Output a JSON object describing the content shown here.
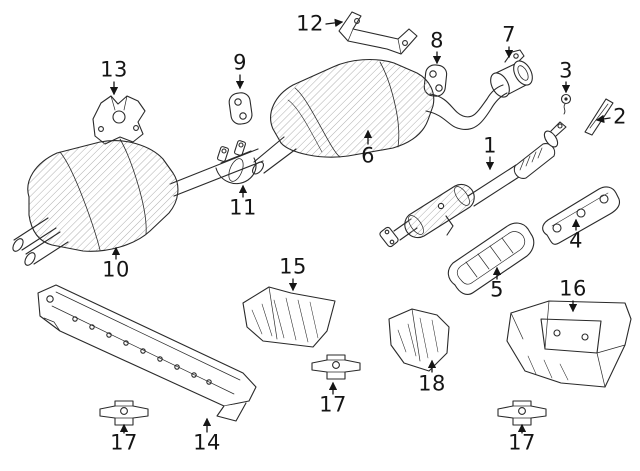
{
  "diagram": {
    "kind": "exploded-parts-line-diagram",
    "background_color": "#ffffff",
    "line_color": "#2a2a2a",
    "label_color": "#151515",
    "callouts": [
      {
        "label": "12",
        "arrow": "right"
      },
      {
        "label": "13",
        "arrow": "down"
      },
      {
        "label": "9",
        "arrow": "down"
      },
      {
        "label": "8",
        "arrow": "down"
      },
      {
        "label": "7",
        "arrow": "down"
      },
      {
        "label": "3",
        "arrow": "down"
      },
      {
        "label": "2",
        "arrow": "left"
      },
      {
        "label": "6",
        "arrow": "up"
      },
      {
        "label": "1",
        "arrow": "down"
      },
      {
        "label": "11",
        "arrow": "up"
      },
      {
        "label": "4",
        "arrow": "up"
      },
      {
        "label": "10",
        "arrow": "up"
      },
      {
        "label": "5",
        "arrow": "up"
      },
      {
        "label": "15",
        "arrow": "down"
      },
      {
        "label": "16",
        "arrow": "down"
      },
      {
        "label": "18",
        "arrow": "up"
      },
      {
        "label": "17",
        "arrow": "up"
      },
      {
        "label": "14",
        "arrow": "up"
      },
      {
        "label": "17",
        "arrow": "up"
      },
      {
        "label": "17",
        "arrow": "up"
      }
    ]
  }
}
